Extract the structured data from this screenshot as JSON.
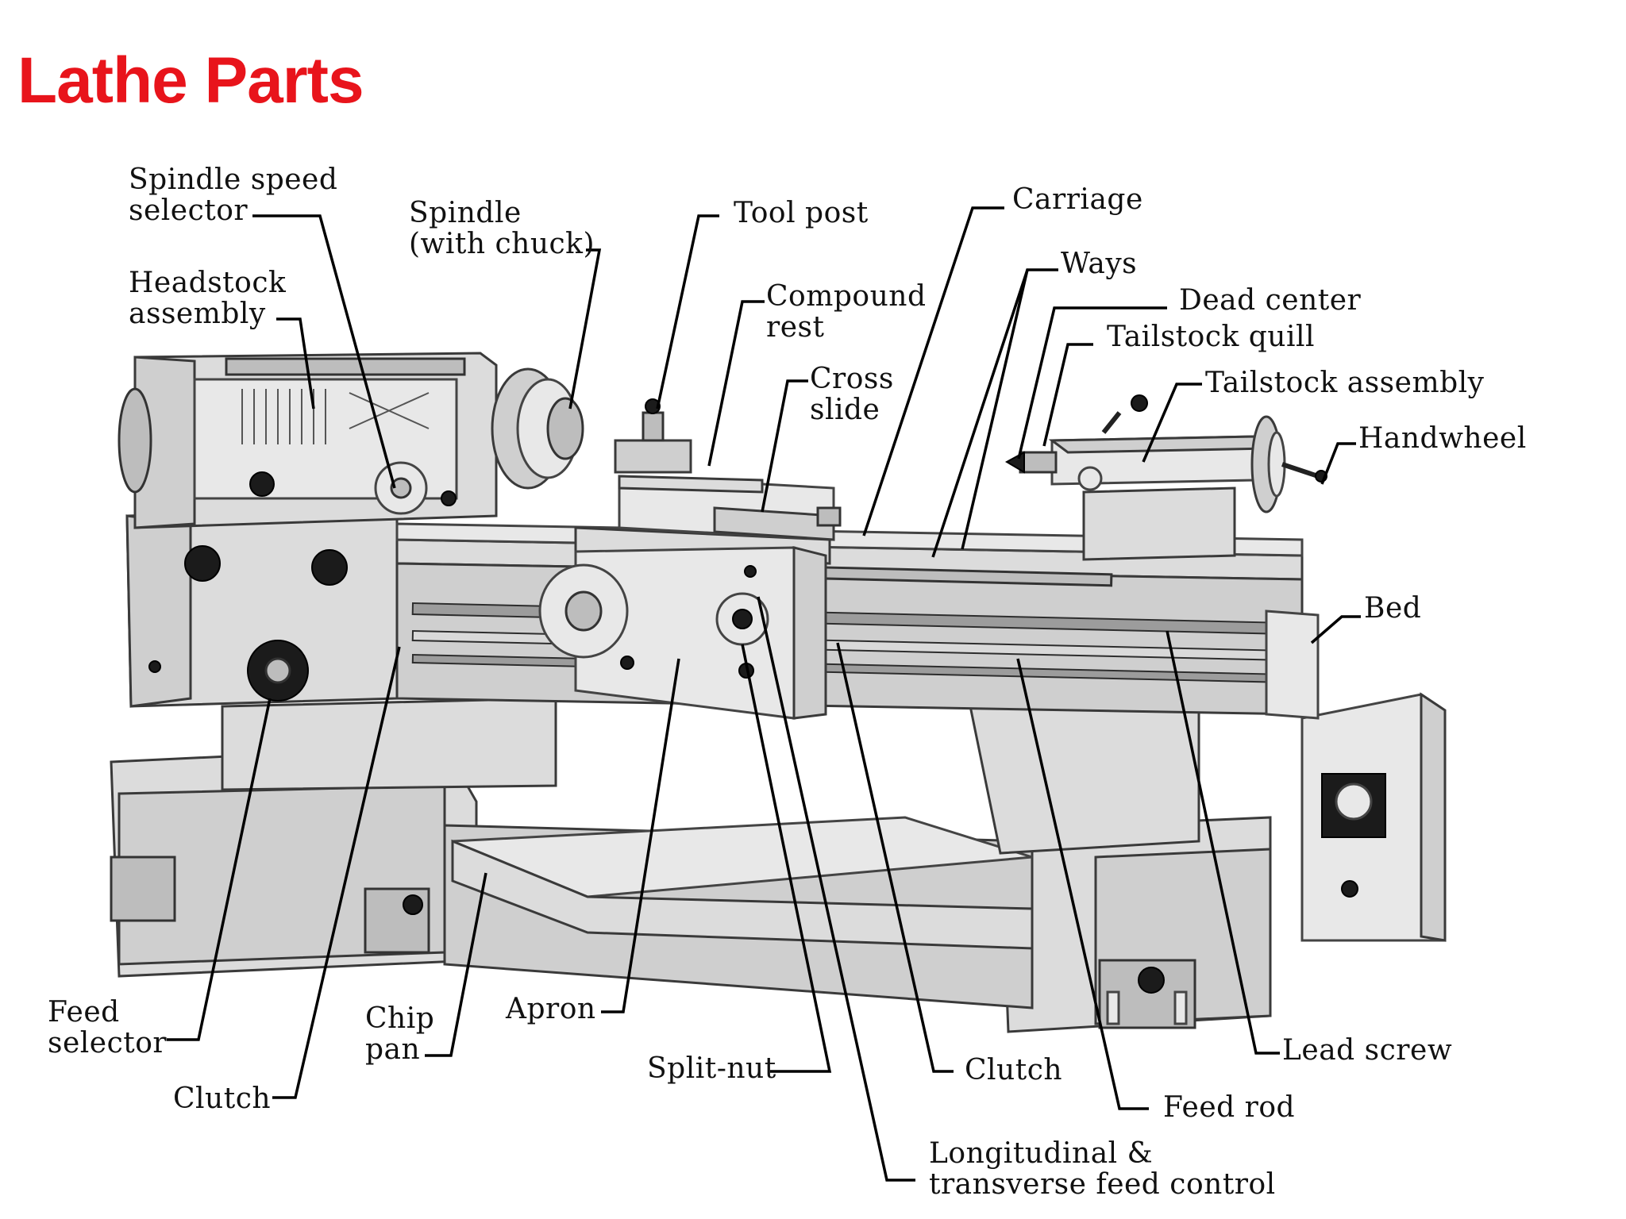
{
  "title": "Lathe Parts",
  "labels": {
    "spindle_speed_selector": [
      "Spindle speed",
      "selector"
    ],
    "headstock_assembly": [
      "Headstock",
      "assembly"
    ],
    "spindle": [
      "Spindle",
      "(with chuck)"
    ],
    "tool_post": [
      "Tool post"
    ],
    "compound_rest": [
      "Compound",
      "rest"
    ],
    "cross_slide": [
      "Cross",
      "slide"
    ],
    "carriage": [
      "Carriage"
    ],
    "ways": [
      "Ways"
    ],
    "dead_center": [
      "Dead center"
    ],
    "tailstock_quill": [
      "Tailstock quill"
    ],
    "tailstock_assembly": [
      "Tailstock assembly"
    ],
    "handwheel": [
      "Handwheel"
    ],
    "bed": [
      "Bed"
    ],
    "feed_selector": [
      "Feed",
      "selector"
    ],
    "chip_pan": [
      "Chip",
      "pan"
    ],
    "apron": [
      "Apron"
    ],
    "clutch_left": [
      "Clutch"
    ],
    "split_nut": [
      "Split-nut"
    ],
    "clutch_right": [
      "Clutch"
    ],
    "longitudinal_transverse_feed_control": [
      "Longitudinal &",
      "transverse feed control"
    ],
    "feed_rod": [
      "Feed rod"
    ],
    "lead_screw": [
      "Lead screw"
    ]
  },
  "colors": {
    "title": "#e8141b",
    "leader": "#000000",
    "label": "#111111"
  }
}
